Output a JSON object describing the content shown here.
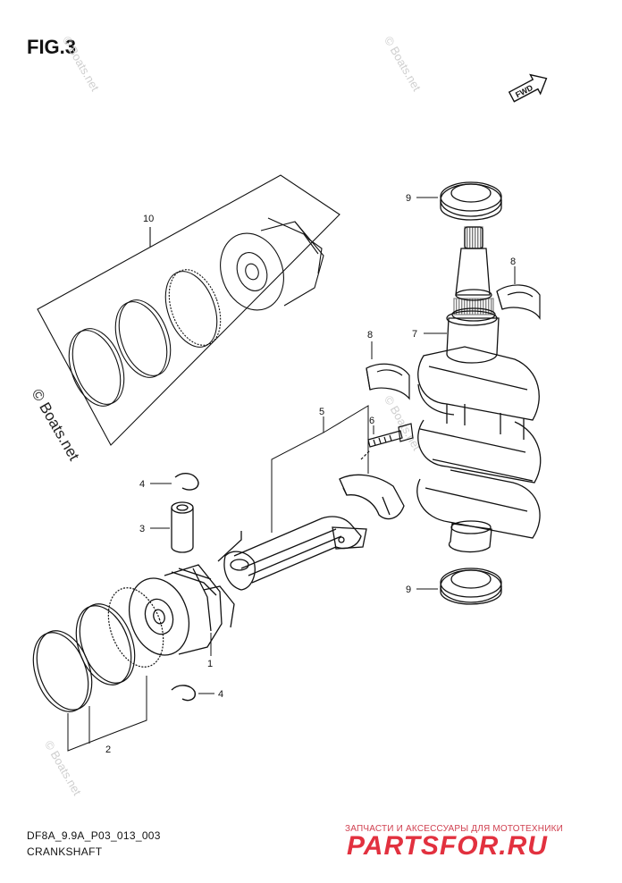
{
  "figure": {
    "title": "FIG.3",
    "code": "DF8A_9.9A_P03_013_003",
    "caption": "CRANKSHAFT"
  },
  "fwd_badge": "FWD",
  "watermarks": [
    "© Boats.net",
    "© Boats.net",
    "© Boats.net",
    "© Boats.net",
    "© Boats.net"
  ],
  "promo": {
    "tagline": "ЗАПЧАСТИ И АКСЕССУАРЫ ДЛЯ МОТОТЕХНИКИ",
    "brand": "PARTSFOR.RU"
  },
  "callouts": {
    "piston": "1",
    "ring_set": "2",
    "piston_pin": "3",
    "circlip_upper": "4",
    "circlip_lower": "4",
    "connecting_rod": "5",
    "rod_bolt": "6",
    "crankshaft": "7",
    "bearing_left": "8",
    "bearing_right": "8",
    "oil_seal_top": "9",
    "oil_seal_bottom": "9",
    "piston_ring_kit": "10"
  }
}
